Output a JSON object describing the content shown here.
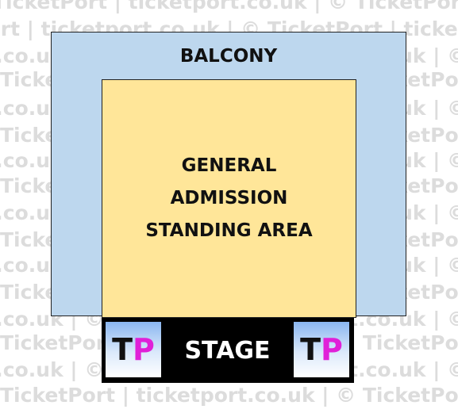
{
  "watermark": {
    "text_a": "TicketPort | ticketport.co.uk | © TicketPort | ticketport.co.uk | © TicketPort | ticketport.co.uk",
    "text_b": "rt.co.uk | © TicketPort | ticketport.co.uk | © TicketPort | ticketport.co.uk | © TicketPort"
  },
  "sections": {
    "balcony": {
      "label": "BALCONY",
      "color": "#bdd7ee"
    },
    "general_admission": {
      "label_lines": [
        "GENERAL",
        "ADMISSION",
        "STANDING AREA"
      ],
      "color": "#ffe699"
    },
    "stage": {
      "label": "STAGE",
      "color": "#000000"
    }
  },
  "logos": {
    "left": {
      "letter_1": "T",
      "letter_2": "P",
      "icon": "ticketport-logo-icon"
    },
    "right": {
      "letter_1": "T",
      "letter_2": "P",
      "icon": "ticketport-logo-icon"
    }
  },
  "colors": {
    "logo_accent": "#e020d8",
    "watermark": "#dcdcdc"
  }
}
